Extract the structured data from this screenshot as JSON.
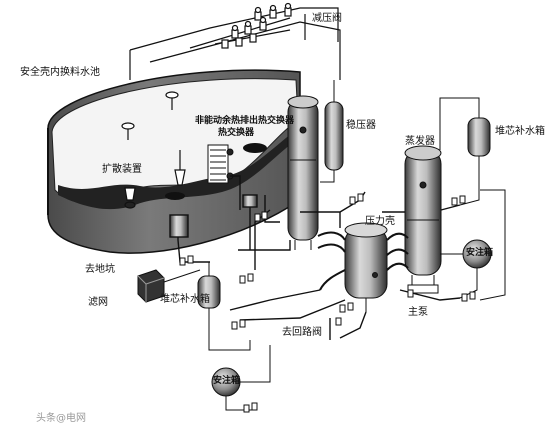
{
  "labels": {
    "pressure_reducing_valve": "减压阀",
    "containment_water_pool": "安全壳内换料水池",
    "voltage_stabilizer": "稳压器",
    "diffuser": "扩散装置",
    "passive_residual_heat_exchanger": "非能动余热排出热交换器",
    "passive_residual_heat_line2": "热交换器",
    "steam_generator": "蒸发器",
    "core_makeup_tank_top": "堆芯补水箱",
    "pressure_vessel": "压力壳",
    "to_sump": "去地坑",
    "check_valve": "滤网",
    "core_makeup_tank_left": "堆芯补水箱",
    "main_pump": "主泵",
    "to_loop_valve": "去回路阀",
    "accumulator_right": "安注箱",
    "accumulator_left": "安注箱",
    "watermark": "头条@电网"
  }
}
